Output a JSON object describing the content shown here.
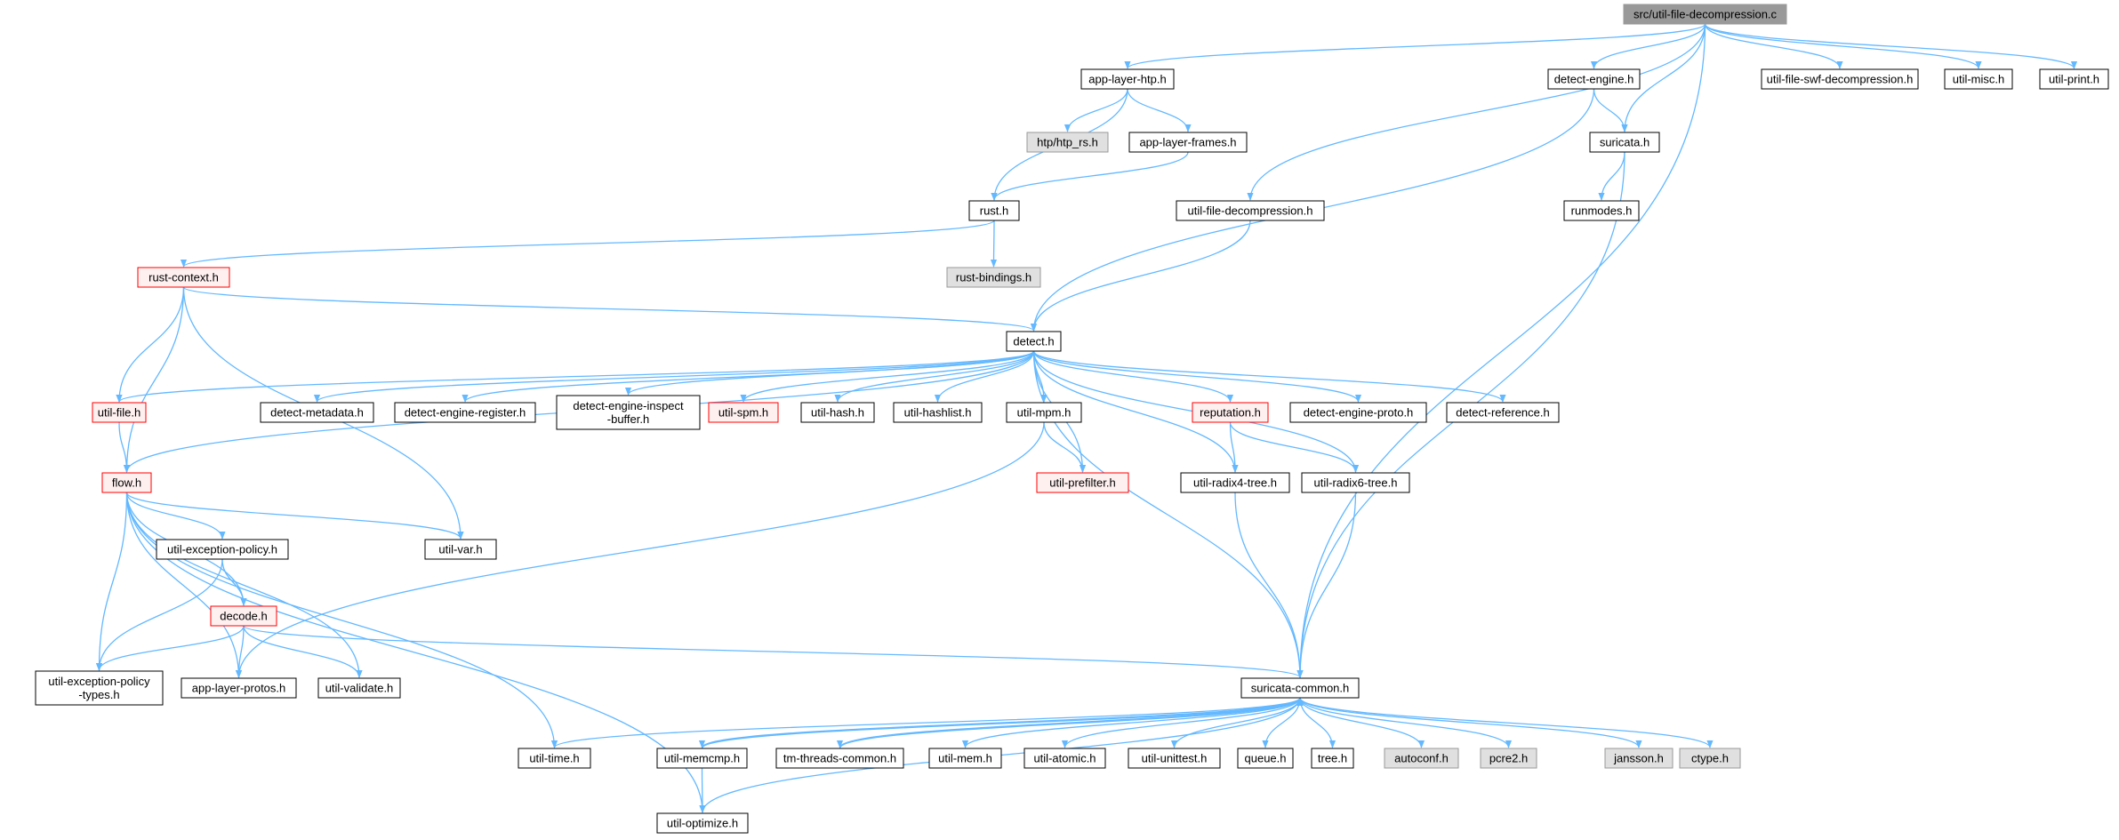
{
  "colors": {
    "edge": "#63b8ff",
    "node_fill": "#ffffff",
    "node_border": "#000000",
    "root_fill": "#999999",
    "external_fill": "#e0e0e0",
    "external_border": "#999999",
    "truncated_border": "#ff0000",
    "truncated_fill": "#fff0f0"
  },
  "nodes": [
    {
      "id": "root",
      "label": "src/util-file-decompression.c",
      "kind": "root"
    },
    {
      "id": "app_layer_htp",
      "label": "app-layer-htp.h",
      "kind": "normal"
    },
    {
      "id": "detect_engine",
      "label": "detect-engine.h",
      "kind": "normal"
    },
    {
      "id": "util_file_swf",
      "label": "util-file-swf-decompression.h",
      "kind": "normal"
    },
    {
      "id": "util_misc",
      "label": "util-misc.h",
      "kind": "normal"
    },
    {
      "id": "util_print",
      "label": "util-print.h",
      "kind": "normal"
    },
    {
      "id": "htp_rs",
      "label": "htp/htp_rs.h",
      "kind": "external"
    },
    {
      "id": "app_layer_frames",
      "label": "app-layer-frames.h",
      "kind": "normal"
    },
    {
      "id": "suricata_h",
      "label": "suricata.h",
      "kind": "normal"
    },
    {
      "id": "rust_h",
      "label": "rust.h",
      "kind": "normal"
    },
    {
      "id": "util_file_decomp_h",
      "label": "util-file-decompression.h",
      "kind": "normal"
    },
    {
      "id": "runmodes",
      "label": "runmodes.h",
      "kind": "normal"
    },
    {
      "id": "rust_context",
      "label": "rust-context.h",
      "kind": "truncated"
    },
    {
      "id": "rust_bindings",
      "label": "rust-bindings.h",
      "kind": "external"
    },
    {
      "id": "detect_h",
      "label": "detect.h",
      "kind": "normal"
    },
    {
      "id": "util_file",
      "label": "util-file.h",
      "kind": "truncated"
    },
    {
      "id": "detect_metadata",
      "label": "detect-metadata.h",
      "kind": "normal"
    },
    {
      "id": "detect_engine_register",
      "label": "detect-engine-register.h",
      "kind": "normal"
    },
    {
      "id": "detect_engine_inspect_buffer",
      "label": "detect-engine-inspect\n-buffer.h",
      "kind": "normal"
    },
    {
      "id": "util_spm",
      "label": "util-spm.h",
      "kind": "truncated"
    },
    {
      "id": "util_hash",
      "label": "util-hash.h",
      "kind": "normal"
    },
    {
      "id": "util_hashlist",
      "label": "util-hashlist.h",
      "kind": "normal"
    },
    {
      "id": "util_mpm",
      "label": "util-mpm.h",
      "kind": "normal"
    },
    {
      "id": "reputation",
      "label": "reputation.h",
      "kind": "truncated"
    },
    {
      "id": "detect_engine_proto",
      "label": "detect-engine-proto.h",
      "kind": "normal"
    },
    {
      "id": "detect_reference",
      "label": "detect-reference.h",
      "kind": "normal"
    },
    {
      "id": "flow_h",
      "label": "flow.h",
      "kind": "truncated"
    },
    {
      "id": "util_prefilter",
      "label": "util-prefilter.h",
      "kind": "truncated"
    },
    {
      "id": "util_radix4",
      "label": "util-radix4-tree.h",
      "kind": "normal"
    },
    {
      "id": "util_radix6",
      "label": "util-radix6-tree.h",
      "kind": "normal"
    },
    {
      "id": "util_exception_policy",
      "label": "util-exception-policy.h",
      "kind": "normal"
    },
    {
      "id": "util_var",
      "label": "util-var.h",
      "kind": "normal"
    },
    {
      "id": "decode_h",
      "label": "decode.h",
      "kind": "truncated"
    },
    {
      "id": "util_exception_policy_types",
      "label": "util-exception-policy\n-types.h",
      "kind": "normal"
    },
    {
      "id": "app_layer_protos",
      "label": "app-layer-protos.h",
      "kind": "normal"
    },
    {
      "id": "util_validate",
      "label": "util-validate.h",
      "kind": "normal"
    },
    {
      "id": "suricata_common",
      "label": "suricata-common.h",
      "kind": "normal"
    },
    {
      "id": "util_time",
      "label": "util-time.h",
      "kind": "normal"
    },
    {
      "id": "util_memcmp",
      "label": "util-memcmp.h",
      "kind": "normal"
    },
    {
      "id": "tm_threads_common",
      "label": "tm-threads-common.h",
      "kind": "normal"
    },
    {
      "id": "util_mem",
      "label": "util-mem.h",
      "kind": "normal"
    },
    {
      "id": "util_atomic",
      "label": "util-atomic.h",
      "kind": "normal"
    },
    {
      "id": "util_unittest",
      "label": "util-unittest.h",
      "kind": "normal"
    },
    {
      "id": "queue_h",
      "label": "queue.h",
      "kind": "normal"
    },
    {
      "id": "tree_h",
      "label": "tree.h",
      "kind": "normal"
    },
    {
      "id": "autoconf",
      "label": "autoconf.h",
      "kind": "external"
    },
    {
      "id": "pcre2",
      "label": "pcre2.h",
      "kind": "external"
    },
    {
      "id": "jansson",
      "label": "jansson.h",
      "kind": "external"
    },
    {
      "id": "ctype",
      "label": "ctype.h",
      "kind": "external"
    },
    {
      "id": "util_optimize",
      "label": "util-optimize.h",
      "kind": "normal"
    }
  ],
  "edges": [
    [
      "root",
      "app_layer_htp"
    ],
    [
      "root",
      "detect_engine"
    ],
    [
      "root",
      "util_file_swf"
    ],
    [
      "root",
      "util_misc"
    ],
    [
      "root",
      "util_print"
    ],
    [
      "root",
      "util_file_decomp_h"
    ],
    [
      "root",
      "suricata_h"
    ],
    [
      "root",
      "suricata_common"
    ],
    [
      "app_layer_htp",
      "htp_rs"
    ],
    [
      "app_layer_htp",
      "app_layer_frames"
    ],
    [
      "app_layer_htp",
      "rust_h"
    ],
    [
      "app_layer_frames",
      "rust_h"
    ],
    [
      "detect_engine",
      "suricata_h"
    ],
    [
      "detect_engine",
      "detect_h"
    ],
    [
      "suricata_h",
      "runmodes"
    ],
    [
      "suricata_h",
      "suricata_common"
    ],
    [
      "rust_h",
      "rust_context"
    ],
    [
      "rust_h",
      "rust_bindings"
    ],
    [
      "util_file_decomp_h",
      "detect_h"
    ],
    [
      "rust_context",
      "detect_h"
    ],
    [
      "rust_context",
      "util_file"
    ],
    [
      "rust_context",
      "flow_h"
    ],
    [
      "rust_context",
      "util_var"
    ],
    [
      "detect_h",
      "util_file"
    ],
    [
      "detect_h",
      "detect_metadata"
    ],
    [
      "detect_h",
      "detect_engine_register"
    ],
    [
      "detect_h",
      "detect_engine_inspect_buffer"
    ],
    [
      "detect_h",
      "util_spm"
    ],
    [
      "detect_h",
      "util_hash"
    ],
    [
      "detect_h",
      "util_hashlist"
    ],
    [
      "detect_h",
      "util_mpm"
    ],
    [
      "detect_h",
      "reputation"
    ],
    [
      "detect_h",
      "detect_engine_proto"
    ],
    [
      "detect_h",
      "detect_reference"
    ],
    [
      "detect_h",
      "flow_h"
    ],
    [
      "detect_h",
      "util_prefilter"
    ],
    [
      "detect_h",
      "util_radix4"
    ],
    [
      "detect_h",
      "util_radix6"
    ],
    [
      "detect_h",
      "suricata_common"
    ],
    [
      "util_file",
      "flow_h"
    ],
    [
      "util_mpm",
      "util_prefilter"
    ],
    [
      "util_mpm",
      "app_layer_protos"
    ],
    [
      "reputation",
      "util_radix4"
    ],
    [
      "reputation",
      "util_radix6"
    ],
    [
      "util_radix4",
      "suricata_common"
    ],
    [
      "util_radix6",
      "suricata_common"
    ],
    [
      "flow_h",
      "util_exception_policy"
    ],
    [
      "flow_h",
      "util_var"
    ],
    [
      "flow_h",
      "decode_h"
    ],
    [
      "flow_h",
      "util_exception_policy_types"
    ],
    [
      "flow_h",
      "app_layer_protos"
    ],
    [
      "flow_h",
      "util_validate"
    ],
    [
      "flow_h",
      "util_time"
    ],
    [
      "flow_h",
      "util_optimize"
    ],
    [
      "util_exception_policy",
      "decode_h"
    ],
    [
      "util_exception_policy",
      "util_exception_policy_types"
    ],
    [
      "decode_h",
      "util_exception_policy_types"
    ],
    [
      "decode_h",
      "app_layer_protos"
    ],
    [
      "decode_h",
      "util_validate"
    ],
    [
      "decode_h",
      "suricata_common"
    ],
    [
      "suricata_common",
      "util_time"
    ],
    [
      "suricata_common",
      "util_memcmp"
    ],
    [
      "suricata_common",
      "tm_threads_common"
    ],
    [
      "suricata_common",
      "util_mem"
    ],
    [
      "suricata_common",
      "util_atomic"
    ],
    [
      "suricata_common",
      "util_unittest"
    ],
    [
      "suricata_common",
      "queue_h"
    ],
    [
      "suricata_common",
      "tree_h"
    ],
    [
      "suricata_common",
      "autoconf"
    ],
    [
      "suricata_common",
      "pcre2"
    ],
    [
      "suricata_common",
      "jansson"
    ],
    [
      "suricata_common",
      "ctype"
    ],
    [
      "suricata_common",
      "util_optimize"
    ],
    [
      "util_memcmp",
      "suricata_common"
    ],
    [
      "util_memcmp",
      "util_optimize"
    ],
    [
      "tm_threads_common",
      "suricata_common"
    ]
  ]
}
